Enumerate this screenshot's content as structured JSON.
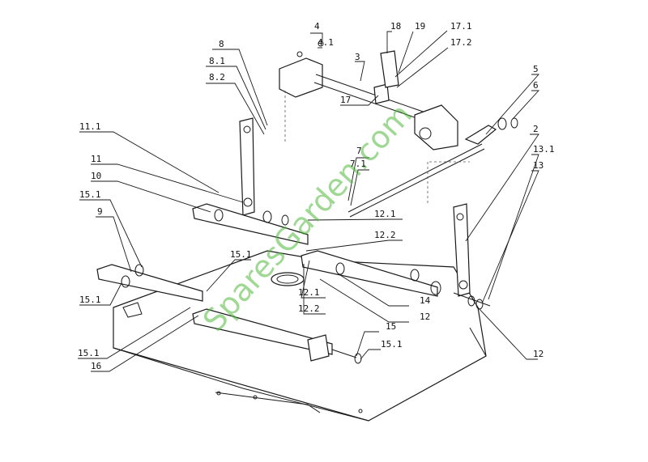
{
  "watermark": "SparesGarden.com",
  "callouts": [
    "4",
    "4.1",
    "18",
    "19",
    "17.1",
    "17.2",
    "8",
    "8.1",
    "8.2",
    "3",
    "17",
    "5",
    "6",
    "2",
    "13.1",
    "13",
    "11.1",
    "11",
    "10",
    "7",
    "7.1",
    "9",
    "15.1",
    "12.1",
    "12.2",
    "15.1",
    "12.1",
    "12.2",
    "14",
    "12",
    "15.1",
    "15",
    "15.1",
    "15.1",
    "16",
    "12"
  ]
}
